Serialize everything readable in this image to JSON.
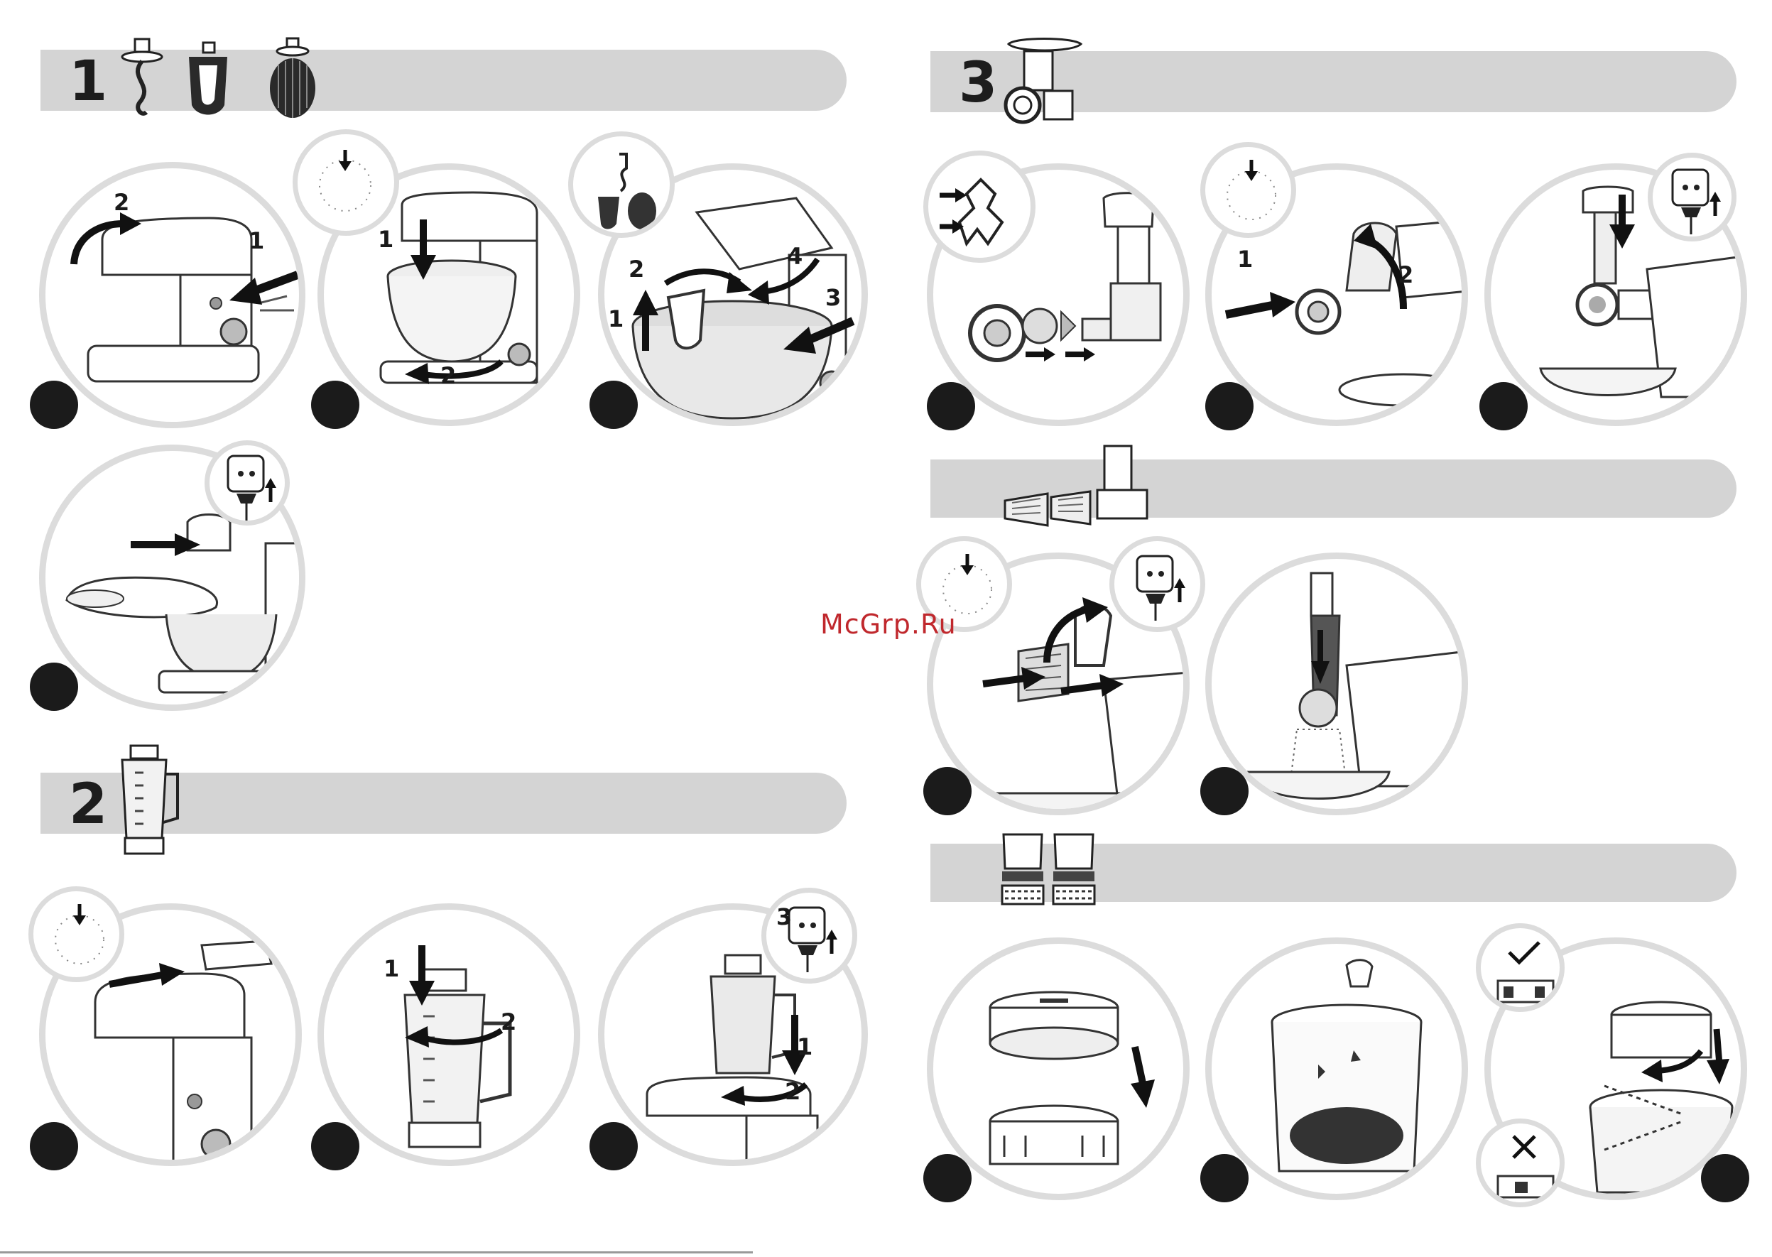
{
  "sections": {
    "s1": {
      "number": "1"
    },
    "s2": {
      "number": "2"
    },
    "s3": {
      "number": "3"
    }
  },
  "labels": {
    "one": "1",
    "two": "2",
    "three": "3",
    "four": "4"
  },
  "watermark": "McGrp.Ru",
  "colors": {
    "banner": "#d4d4d4",
    "ring": "#dcdcdc",
    "dot": "#1b1b1b",
    "watermark": "#c0282d"
  }
}
